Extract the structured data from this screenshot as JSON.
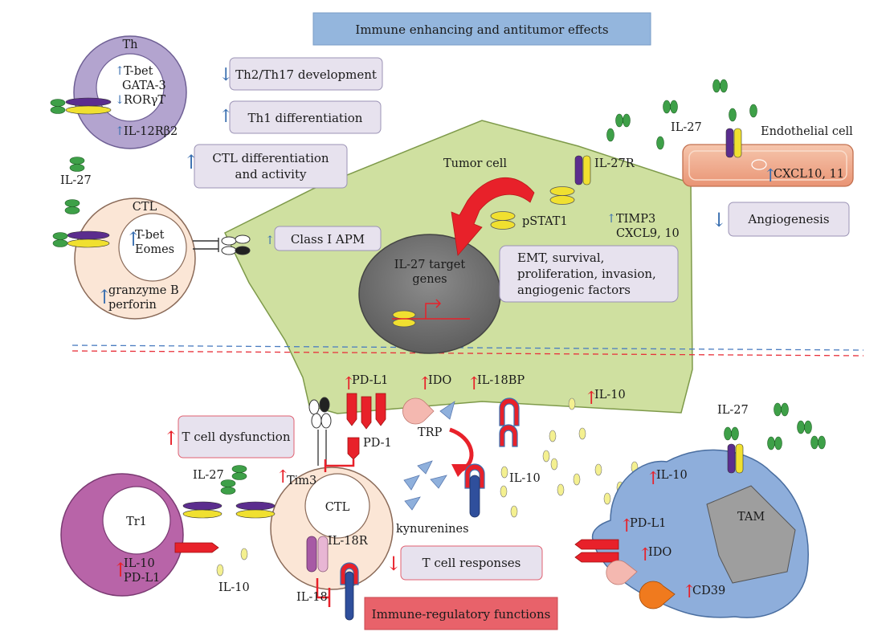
{
  "headers": {
    "top": "Immune enhancing and antitumor effects",
    "bottom": "Immune-regulatory functions"
  },
  "th_cell": {
    "name": "Th",
    "factors": [
      "T-bet",
      "GATA-3",
      "RORγT"
    ],
    "receptor": "IL-12Rβ2"
  },
  "ctl_top": {
    "name": "CTL",
    "factors": [
      "T-bet",
      "Eomes"
    ],
    "products": [
      "granzyme B",
      "perforin"
    ]
  },
  "effects_top": {
    "th2_th17": "Th2/Th17 development",
    "th1": "Th1 differentiation",
    "ctl_diff_line1": "CTL differentiation",
    "ctl_diff_line2": "and activity",
    "class1": "Class I APM",
    "angiogenesis": "Angiogenesis",
    "emt_lines": [
      "EMT, survival,",
      "proliferation, invasion,",
      "angiogenic factors"
    ]
  },
  "tumor": {
    "name": "Tumor cell",
    "pstat": "pSTAT1",
    "nucleus_lines": [
      "IL-27 target",
      "genes"
    ],
    "timp_lines": [
      "TIMP3",
      "CXCL9, 10"
    ],
    "il27r": "IL-27R"
  },
  "endothelial": {
    "name": "Endothelial cell",
    "cxcl": "CXCL10, 11"
  },
  "cytokines": {
    "il27": "IL-27",
    "il10": "IL-10",
    "il18": "IL-18",
    "il18r": "IL-18R",
    "il18bp": "IL-18BP",
    "pdl1": "PD-L1",
    "pd1": "PD-1",
    "ido": "IDO",
    "trp": "TRP",
    "kyn": "kynurenines",
    "tim3": "Tim3",
    "cd39": "CD39"
  },
  "bottom_cells": {
    "tr1": "Tr1",
    "tr1_lines": [
      "IL-10",
      "PD-L1"
    ],
    "ctl": "CTL",
    "tam": "TAM",
    "tcell_dysfunction": "T cell dysfunction",
    "tcell_responses": "T cell responses"
  },
  "colors": {
    "up_blue": "#3a6fb0",
    "up_red": "#e8212a",
    "tumor_fill": "#cfe0a0",
    "th_fill": "#b3a4cf",
    "tr1_fill": "#b864a8",
    "tam_fill": "#8eaedb",
    "ctl_fill": "#fbe6d6",
    "top_header": "#94b6dd",
    "bottom_header": "#e8626a",
    "effect_box": "#e7e2ee"
  }
}
